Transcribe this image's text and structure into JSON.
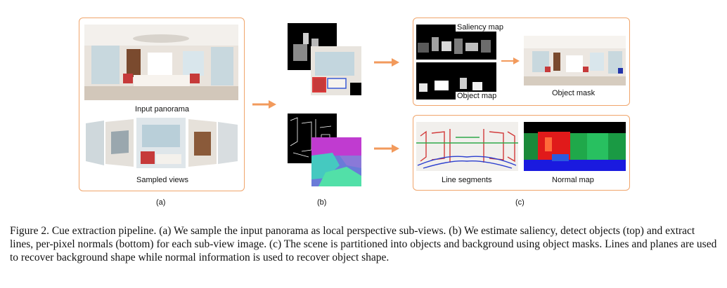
{
  "panel_a": {
    "input_label": "Input panorama",
    "sampled_label": "Sampled views",
    "sublabel": "(a)"
  },
  "panel_b": {
    "sublabel": "(b)"
  },
  "panel_c": {
    "saliency_label": "Saliency map",
    "object_map_label": "Object map",
    "object_mask_label": "Object mask",
    "line_segments_label": "Line segments",
    "normal_map_label": "Normal map",
    "sublabel": "(c)"
  },
  "caption": "Figure 2. Cue extraction pipeline. (a) We sample the input panorama as local perspective sub-views. (b) We estimate saliency, detect objects (top) and extract lines, per-pixel normals (bottom) for each sub-view image. (c) The scene is partitioned into objects and background using object masks. Lines and planes are used to recover background shape while normal information is used to recover object shape.",
  "colors": {
    "accent_orange": "#f0a56b",
    "arrow_orange": "#f29a5c"
  }
}
